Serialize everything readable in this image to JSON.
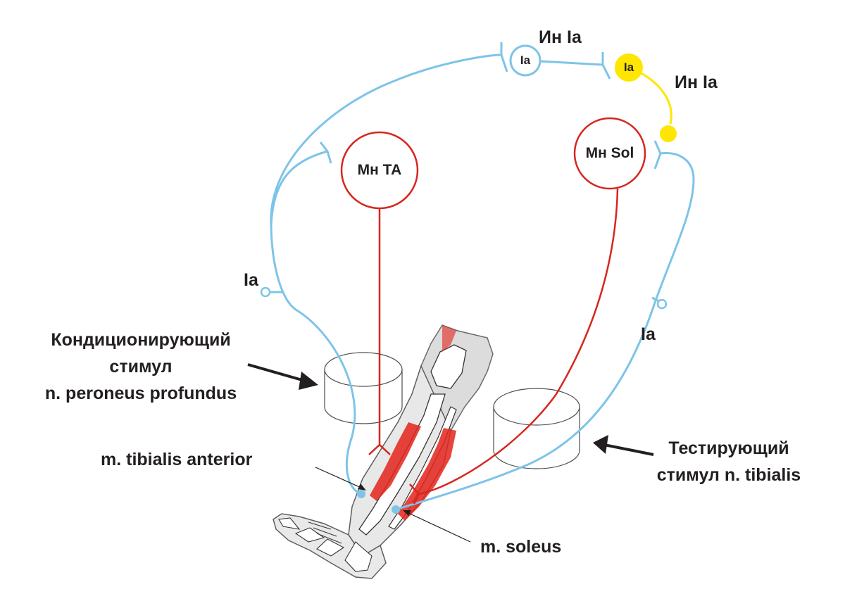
{
  "labels": {
    "interneuron_top": "Ин Ia",
    "interneuron_right": "Ин Ia",
    "node_blue": "Ia",
    "node_yellow": "Ia",
    "mn_ta": "Мн ТА",
    "mn_sol": "Мн Sol",
    "ia_left": "Ia",
    "ia_right": "Ia",
    "conditioning_line1": "Кондиционирующий",
    "conditioning_line2": "стимул",
    "conditioning_line3": "n. peroneus profundus",
    "tibialis_anterior": "m. tibialis anterior",
    "testing_line1": "Тестирующий",
    "testing_line2": "стимул n. tibialis",
    "soleus": "m. soleus"
  },
  "colors": {
    "afferent": "#7ec4e8",
    "motor": "#d7261e",
    "inhibitory": "#ffe600",
    "electrode": "#4d4d4d",
    "text": "#231f20",
    "muscle": "#e2231a"
  }
}
